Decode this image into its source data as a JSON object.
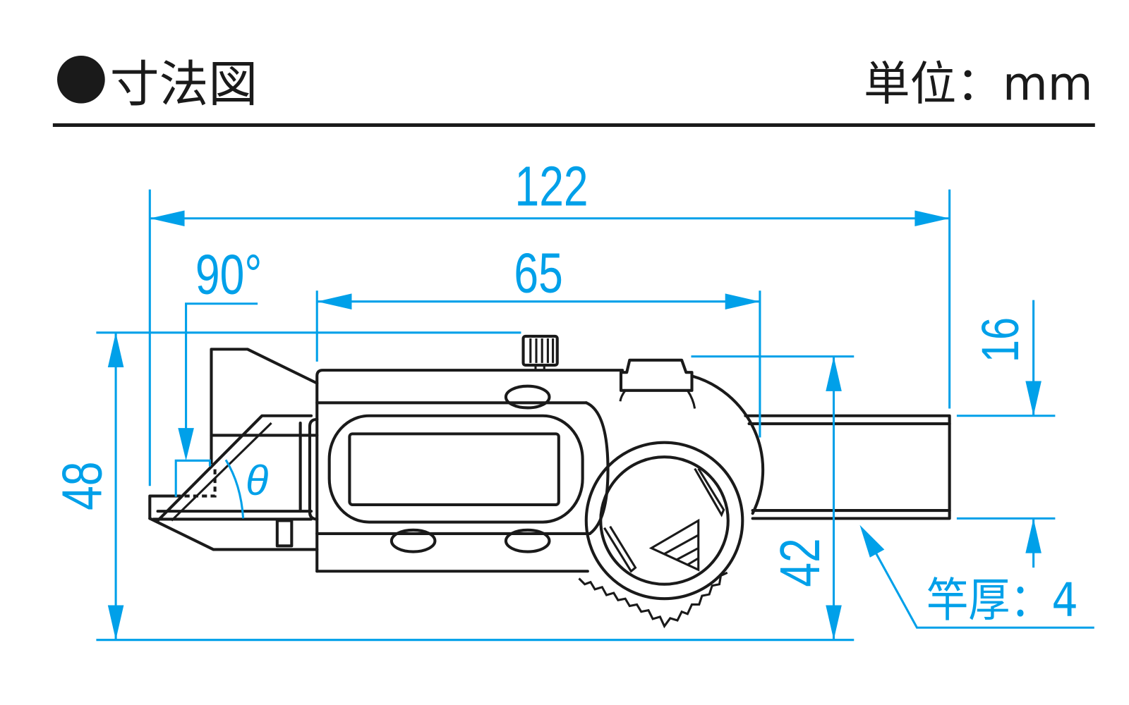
{
  "header": {
    "title": "寸法図",
    "unit_label": "単位：mm"
  },
  "dimensions": {
    "overall_length": "122",
    "body_length": "65",
    "angle": "90°",
    "theta": "θ",
    "overall_height": "48",
    "body_height": "42",
    "beam_width": "16",
    "beam_thickness": "竿厚：4"
  },
  "colors": {
    "dimension": "#00a0e9",
    "line": "#1a1a1a"
  }
}
